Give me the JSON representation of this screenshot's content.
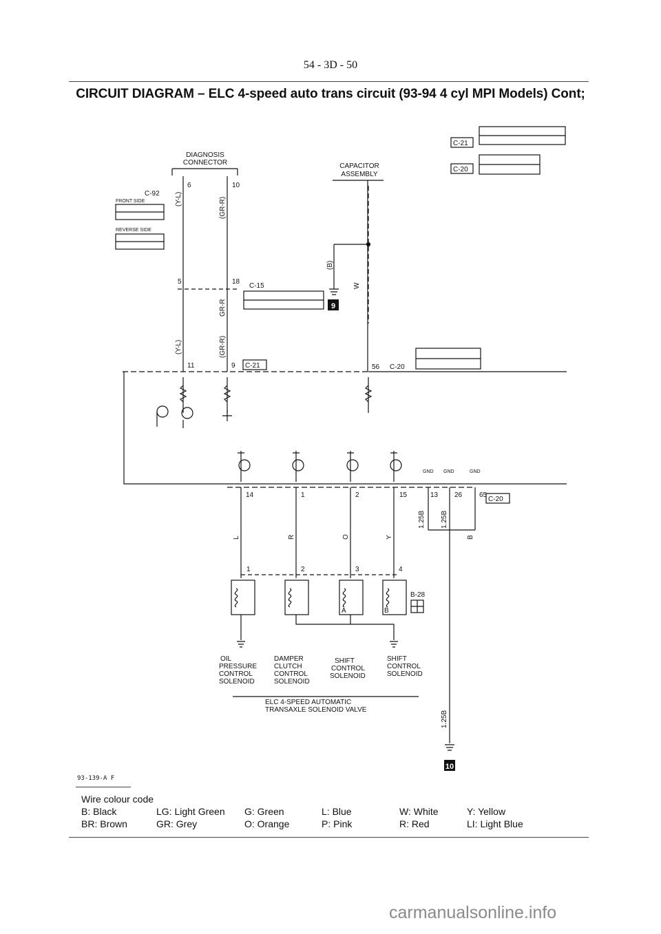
{
  "header": {
    "page_number": "54 - 3D - 50",
    "title": "CIRCUIT DIAGRAM – ELC 4-speed auto trans circuit (93-94 4 cyl MPI Models) Cont;"
  },
  "diagram": {
    "diagnosis_connector": {
      "line1": "DIAGNOSIS",
      "line2": "CONNECTOR"
    },
    "capacitor_assembly": {
      "line1": "CAPACITOR",
      "line2": "ASSEMBLY"
    },
    "connector_c92": {
      "label": "C-92",
      "front_side": "FRONT SIDE",
      "reverse_side": "REVERSE SIDE"
    },
    "connector_c15": {
      "label": "C-15"
    },
    "connector_c20": {
      "label": "C-20"
    },
    "connector_c21": {
      "label": "C-21"
    },
    "connector_b28": {
      "label": "B-28"
    },
    "pins": {
      "p6": "6",
      "p10": "10",
      "p5": "5",
      "p18": "18",
      "p11": "11",
      "p9": "9",
      "p56": "56",
      "p14": "14",
      "p1": "1",
      "p2": "2",
      "p15": "15",
      "p13": "13",
      "p26": "26",
      "p65": "65",
      "s1": "1",
      "s2": "2",
      "s3": "3",
      "s4": "4"
    },
    "wires": {
      "y_l_top": "(Y-L)",
      "gr_r_top": "(GR-R)",
      "gr_r_mid": "GR-R",
      "y_l_low": "(Y-L)",
      "gr_r_low": "(GR-R)",
      "b_cap": "(B)",
      "w_cap": "W",
      "l": "L",
      "r": "R",
      "o": "O",
      "y": "Y",
      "w125_1": "1.25B",
      "w125_2": "1.25B",
      "b": "B",
      "w125_3": "1.25B"
    },
    "gnd_labels": [
      "GND",
      "GND",
      "GND"
    ],
    "solenoid_a": "A",
    "solenoid_b": "B",
    "ground_9": "9",
    "ground_10": "10",
    "solenoids": [
      {
        "line1": "OIL",
        "line2": "PRESSURE",
        "line3": "CONTROL",
        "line4": "SOLENOID"
      },
      {
        "line1": "DAMPER",
        "line2": "CLUTCH",
        "line3": "CONTROL",
        "line4": "SOLENOID"
      },
      {
        "line1": "SHIFT",
        "line2": "CONTROL",
        "line3": "SOLENOID",
        "line4": ""
      },
      {
        "line1": "SHIFT",
        "line2": "CONTROL",
        "line3": "SOLENOID",
        "line4": ""
      }
    ],
    "valve_caption": {
      "line1": "ELC 4-SPEED AUTOMATIC",
      "line2": "TRANSAXLE SOLENOID VALVE"
    },
    "drawing_code": "93-139-A F"
  },
  "legend": {
    "title": "Wire colour code",
    "items": [
      {
        "code": "B: Black"
      },
      {
        "code": "BR: Brown"
      },
      {
        "code": "LG: Light Green"
      },
      {
        "code": "GR: Grey"
      },
      {
        "code": "G: Green"
      },
      {
        "code": "O: Orange"
      },
      {
        "code": "L: Blue"
      },
      {
        "code": "P: Pink"
      },
      {
        "code": "W: White"
      },
      {
        "code": "R: Red"
      },
      {
        "code": "Y: Yellow"
      },
      {
        "code": "LI: Light Blue"
      }
    ]
  },
  "watermark": "carmanualsonline.info"
}
